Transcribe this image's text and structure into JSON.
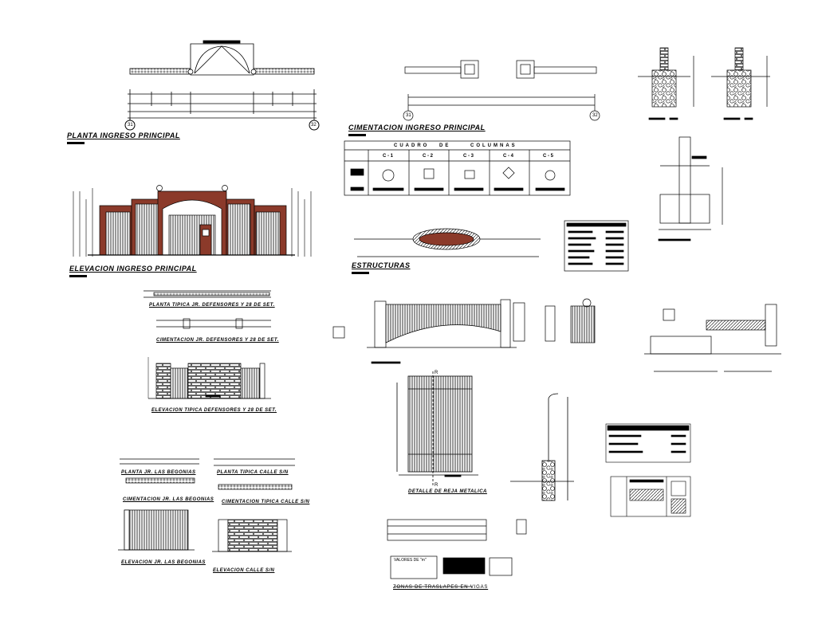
{
  "labels": {
    "planta_ingreso": "PLANTA INGRESO PRINCIPAL",
    "elevacion_ingreso": "ELEVACION INGRESO PRINCIPAL",
    "cimentacion_ingreso": "CIMENTACION INGRESO PRINCIPAL",
    "estructuras": "ESTRUCTURAS",
    "planta_defensores": "PLANTA TIPICA JR. DEFENSORES Y 28 DE SET.",
    "cimentacion_defensores": "CIMENTACION JR. DEFENSORES Y 28 DE SET.",
    "elevacion_defensores": "ELEVACION TIPICA DEFENSORES Y 28 DE SET.",
    "planta_begonias": "PLANTA JR. LAS BEGONIAS",
    "cimentacion_begonias": "CIMENTACION JR. LAS BEGONIAS",
    "elevacion_begonias": "ELEVACION JR. LAS BEGONIAS",
    "planta_calle": "PLANTA TIPICA CALLE S/N",
    "cimentacion_calle": "CIMENTACION TIPICA CALLE S/N",
    "elevacion_calle": "ELEVACION CALLE S/N",
    "detalle_reja": "DETALLE DE REJA METALICA",
    "zonas_traslapes": "ZONAS DE TRASLAPES EN VIGAS",
    "valores": "VALORES DE \"m\""
  },
  "axes": {
    "a31_left": "31",
    "a32_left": "32",
    "a31_right": "31",
    "a32_right": "32"
  },
  "column_table": {
    "header": [
      "CUADRO",
      "DE",
      "COLUMNAS"
    ],
    "columns": [
      "C - 1",
      "C - 2",
      "C - 3",
      "C - 4",
      "C - 5"
    ]
  },
  "rail_labels": {
    "r_top": "R",
    "r_bottom": "R"
  },
  "colors": {
    "ink": "#000000",
    "brick": "#8b3a2a",
    "paper": "#ffffff"
  }
}
